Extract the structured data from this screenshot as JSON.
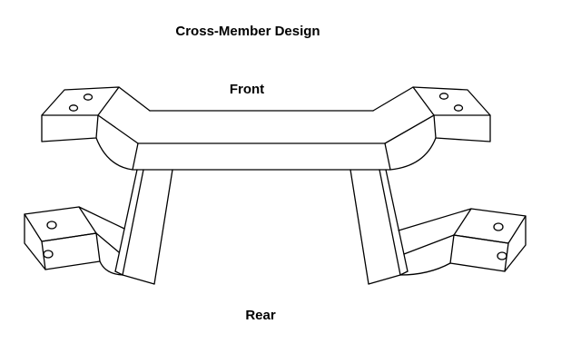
{
  "title": "Cross-Member Design",
  "labels": {
    "front": "Front",
    "rear": "Rear"
  },
  "colors": {
    "background": "#ffffff",
    "line": "#000000"
  }
}
